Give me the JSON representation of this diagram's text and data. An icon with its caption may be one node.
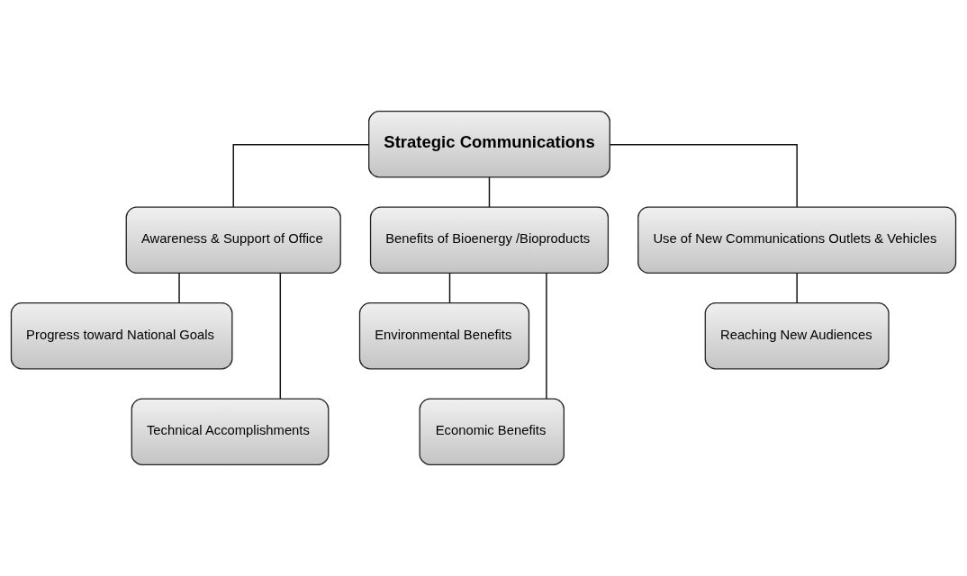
{
  "diagram": {
    "nodes": [
      {
        "text": [
          "Strategic Communications"
        ]
      },
      {
        "text": [
          "Awareness & Support of Office"
        ]
      },
      {
        "text": [
          "Benefits of Bioenergy /Bioproducts"
        ]
      },
      {
        "text": [
          "Use of New Communications Outlets & Vehicles"
        ]
      },
      {
        "text": [
          "Progress toward National Goals"
        ]
      },
      {
        "text": [
          "Technical Accomplishments"
        ]
      },
      {
        "text": [
          "Environmental Benefits"
        ]
      },
      {
        "text": [
          "Economic Benefits"
        ]
      },
      {
        "text": [
          "Reaching New Audiences"
        ]
      }
    ],
    "edges": [
      {
        "from": 0,
        "to": 1,
        "arrow": "none"
      },
      {
        "from": 0,
        "to": 2,
        "arrow": "none"
      },
      {
        "from": 0,
        "to": 3,
        "arrow": "none"
      },
      {
        "from": 1,
        "to": 4,
        "arrow": "none"
      },
      {
        "from": 1,
        "to": 5,
        "arrow": "none"
      },
      {
        "from": 2,
        "to": 6,
        "arrow": "none"
      },
      {
        "from": 2,
        "to": 7,
        "arrow": "none"
      },
      {
        "from": 3,
        "to": 8,
        "arrow": "none"
      }
    ]
  }
}
